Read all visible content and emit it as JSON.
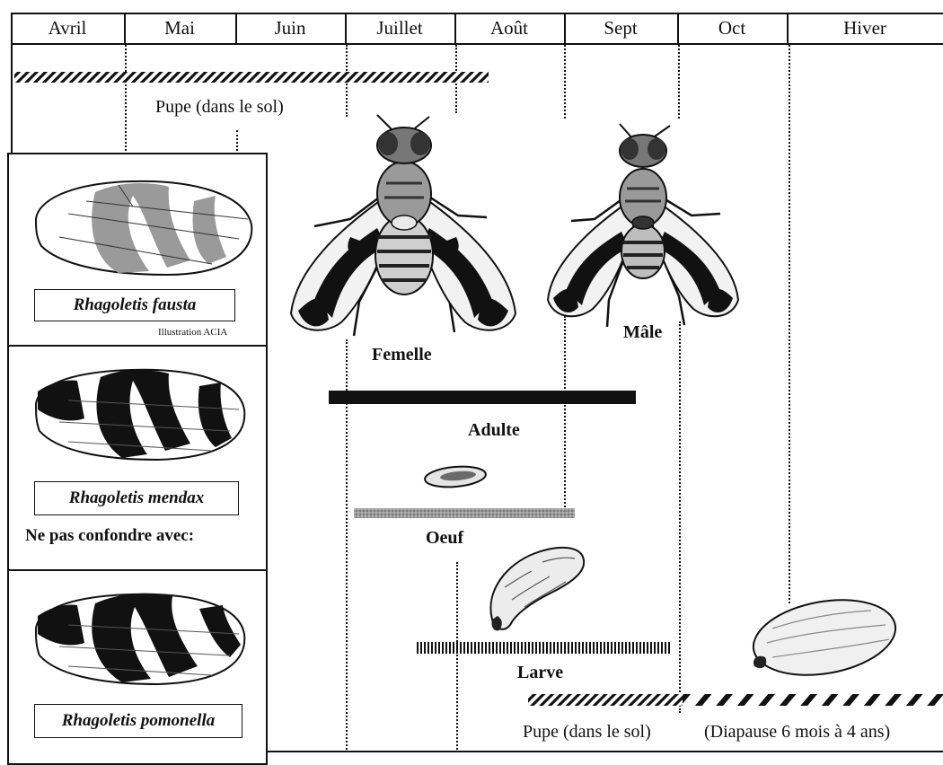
{
  "timeline": {
    "months": [
      "Avril",
      "Mai",
      "Juin",
      "Juillet",
      "Août",
      "Sept",
      "Oct",
      "Hiver"
    ]
  },
  "stages": {
    "pupa_top": "Pupe (dans le sol)",
    "female": "Femelle",
    "male": "Mâle",
    "adult": "Adulte",
    "egg": "Oeuf",
    "larva": "Larve",
    "pupa_bottom": "Pupe (dans le sol)",
    "diapause": "(Diapause 6 mois à 4 ans)"
  },
  "species": {
    "fausta": "Rhagoletis fausta",
    "credit": "Illustration ACIA",
    "mendax": "Rhagoletis mendax",
    "confuse_note": "Ne pas confondre avec:",
    "pomonella": "Rhagoletis pomonella"
  }
}
